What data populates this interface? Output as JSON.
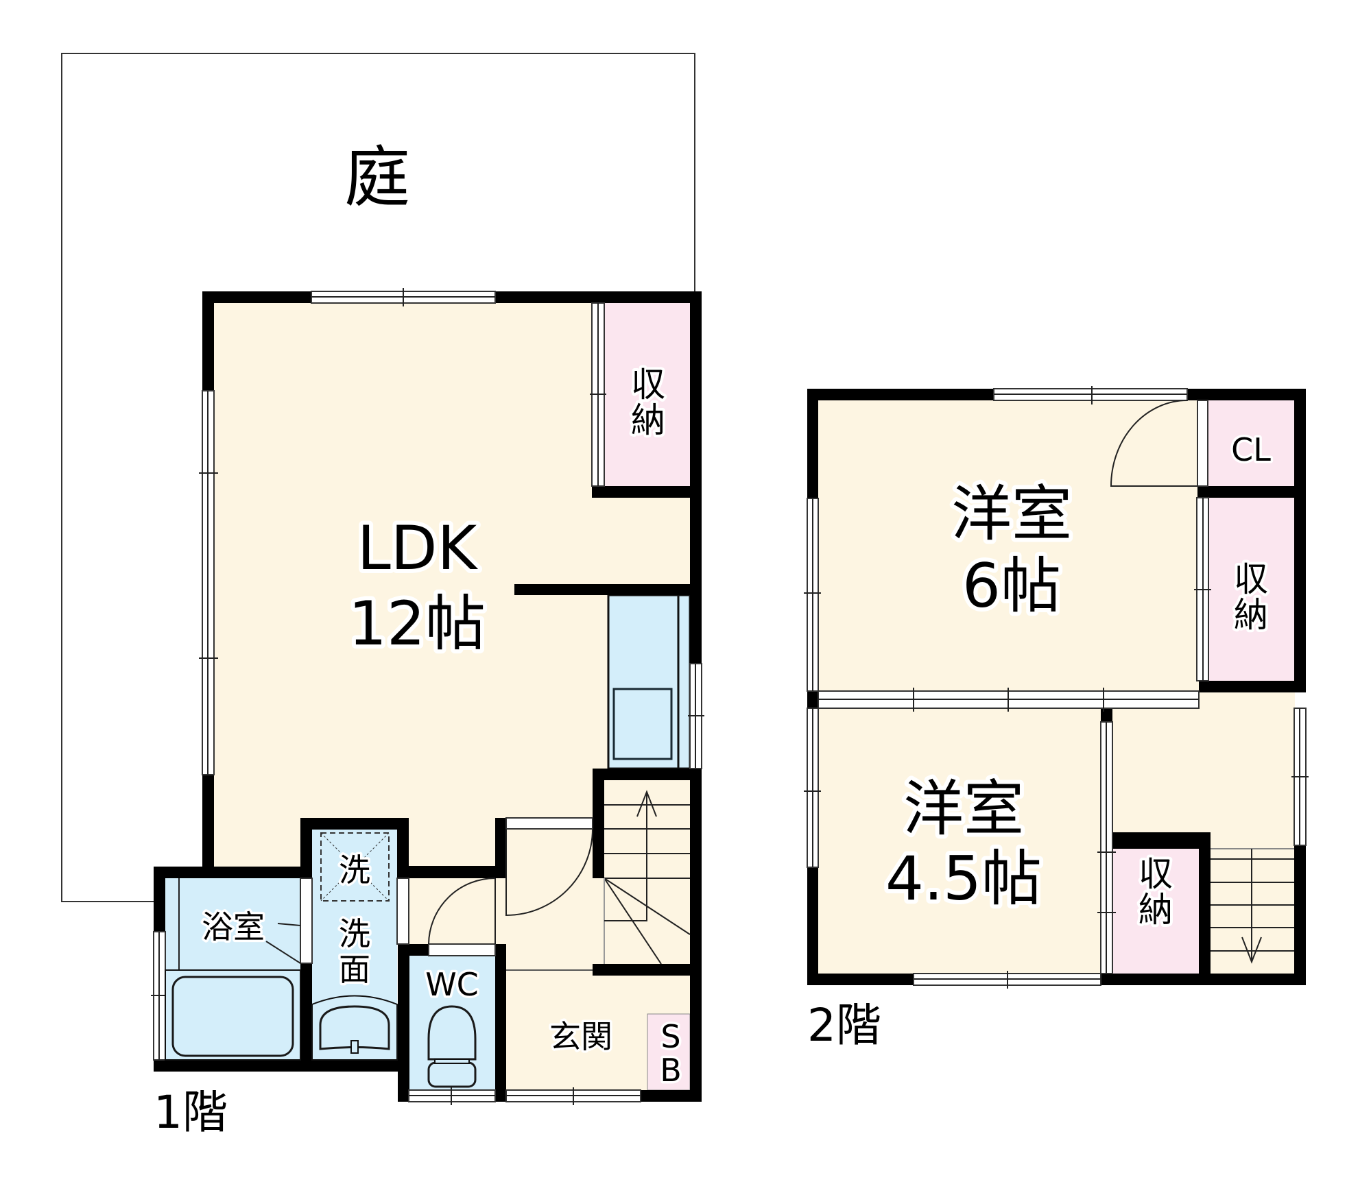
{
  "title": "間取り図",
  "colors": {
    "floor": "#FDF5E2",
    "wet_area": "#D4EEFA",
    "storage": "#FBE6EF",
    "wall": "#000000",
    "background": "#FFFFFF"
  },
  "garden": {
    "label": "庭"
  },
  "floor1": {
    "label": "1階",
    "rooms": {
      "ldk": {
        "name": "LDK",
        "size": "12帖"
      },
      "storage": {
        "line1": "収",
        "line2": "納"
      },
      "bath": {
        "name": "浴室"
      },
      "washroom": {
        "line1": "洗",
        "line2": "面"
      },
      "washer": {
        "name": "洗"
      },
      "wc": {
        "name": "WC"
      },
      "entrance": {
        "name": "玄関"
      },
      "shoebox": {
        "line1": "S",
        "line2": "B"
      }
    }
  },
  "floor2": {
    "label": "2階",
    "rooms": {
      "western6": {
        "name": "洋室",
        "size": "6帖"
      },
      "western45": {
        "name": "洋室",
        "size": "4.5帖"
      },
      "closet": {
        "name": "CL"
      },
      "storage_a": {
        "line1": "収",
        "line2": "納"
      },
      "storage_b": {
        "line1": "収",
        "line2": "納"
      }
    }
  }
}
